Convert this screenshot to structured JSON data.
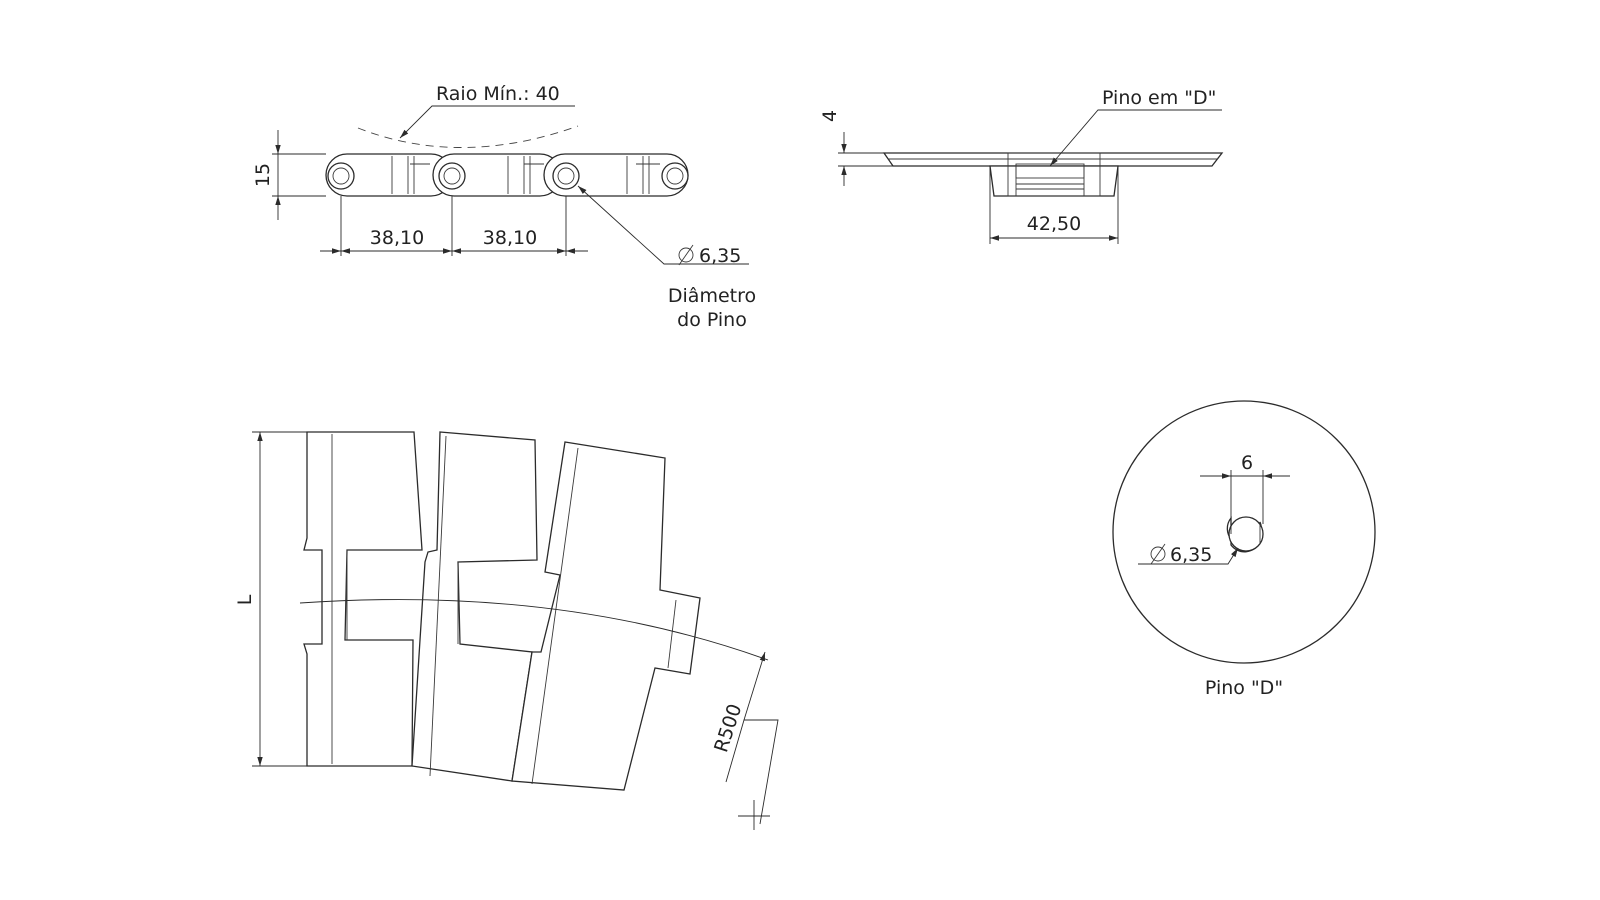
{
  "side_view": {
    "min_radius_label": "Raio Mín.: 40",
    "height_label": "15",
    "pitch_left_label": "38,10",
    "pitch_right_label": "38,10",
    "pin_dia_label": "6,35",
    "pin_caption_line1": "Diâmetro",
    "pin_caption_line2": "do Pino"
  },
  "end_view": {
    "thickness_label": "4",
    "pin_label": "Pino em \"D\"",
    "width_label": "42,50"
  },
  "plan_view": {
    "width_label": "L",
    "radius_label": "R500"
  },
  "pin_detail": {
    "flat_label": "6",
    "dia_label": "6,35",
    "caption": "Pino \"D\""
  }
}
